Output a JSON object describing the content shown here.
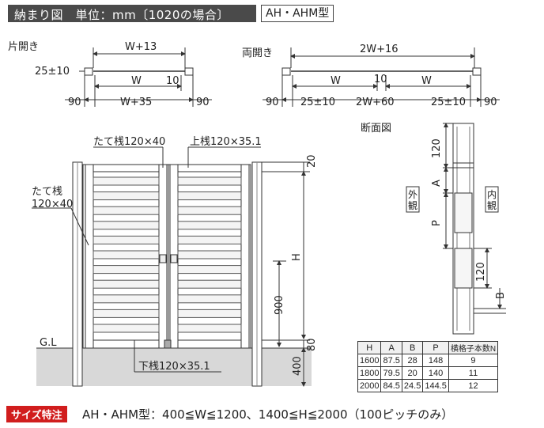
{
  "header": {
    "title": "納まり図　単位：mm〔1020の場合〕",
    "model": "AH・AHM型"
  },
  "single": {
    "label": "片開き",
    "top": "W+13",
    "left_gap": "25±10",
    "w": "W",
    "ten": "10",
    "bottom": "W+35",
    "side_left": "90",
    "side_right": "90"
  },
  "double": {
    "label": "両開き",
    "top": "2W+16",
    "w_left": "W",
    "ten": "10",
    "w_right": "W",
    "gap_left": "25±10",
    "bottom": "2W+60",
    "gap_right": "25±10",
    "side_left": "90",
    "side_right": "90"
  },
  "elevation": {
    "post_top": "たて桟120×40",
    "upper": "上桟120×35.1",
    "post_side_1": "たて桟",
    "post_side_2": "120×40",
    "lower": "下桟120×35.1",
    "gl": "G.L",
    "dim_20": "20",
    "dim_h": "H",
    "dim_900": "900",
    "dim_80": "80",
    "dim_400": "400"
  },
  "section": {
    "label": "断面図",
    "dim_120_top": "120",
    "dim_a": "A",
    "dim_p": "P",
    "dim_120_bottom": "120",
    "dim_b": "B",
    "outside": "外観",
    "inside": "内観"
  },
  "table": {
    "headers": [
      "H",
      "A",
      "B",
      "P",
      "横格子本数N"
    ],
    "rows": [
      [
        "1600",
        "87.5",
        "28",
        "148",
        "9"
      ],
      [
        "1800",
        "79.5",
        "20",
        "140",
        "11"
      ],
      [
        "2000",
        "84.5",
        "24.5",
        "144.5",
        "12"
      ]
    ]
  },
  "footer": {
    "badge": "サイズ特注",
    "text": "AH・AHM型：400≦W≦1200、1400≦H≦2000（100ピッチのみ）"
  }
}
